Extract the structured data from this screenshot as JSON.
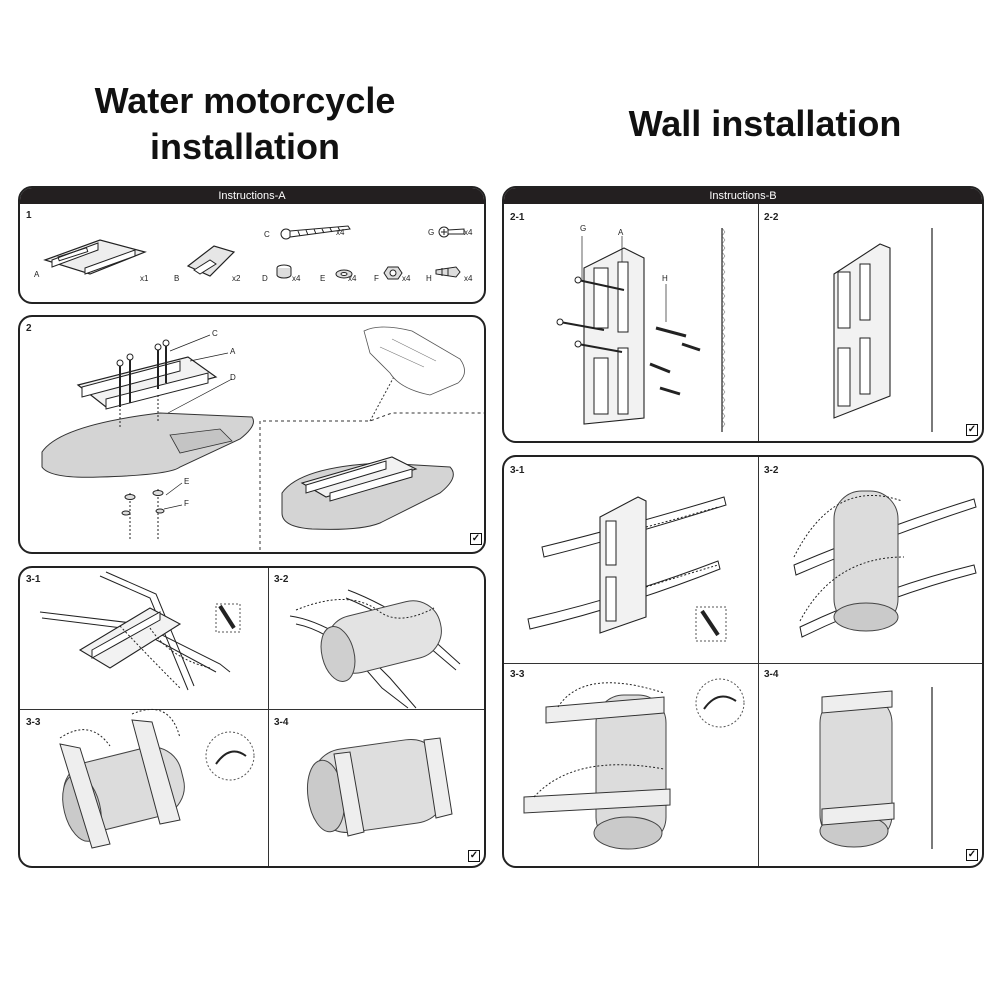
{
  "titles": {
    "left_line1": "Water motorcycle",
    "left_line2": "installation",
    "right": "Wall installation"
  },
  "panelA": {
    "header": "Instructions-A",
    "step1": {
      "label": "1",
      "parts": [
        {
          "letter": "A",
          "qty": "x1"
        },
        {
          "letter": "B",
          "qty": "x2"
        },
        {
          "letter": "C",
          "qty": "x4"
        },
        {
          "letter": "D",
          "qty": "x4"
        },
        {
          "letter": "E",
          "qty": "x4"
        },
        {
          "letter": "F",
          "qty": "x4"
        },
        {
          "letter": "G",
          "qty": "x4"
        },
        {
          "letter": "H",
          "qty": "x4"
        }
      ]
    },
    "step2": {
      "label": "2",
      "callouts": [
        "C",
        "A",
        "D",
        "E",
        "F"
      ]
    },
    "step3": {
      "labels": [
        "3-1",
        "3-2",
        "3-3",
        "3-4"
      ]
    }
  },
  "panelB": {
    "header": "Instructions-B",
    "step2": {
      "labels": [
        "2-1",
        "2-2"
      ],
      "callouts": [
        "G",
        "A",
        "H"
      ]
    },
    "step3": {
      "labels": [
        "3-1",
        "3-2",
        "3-3",
        "3-4"
      ]
    }
  },
  "check_glyph": "✓",
  "colors": {
    "header_bg": "#231f20",
    "line": "#222222",
    "fill": "#d9d9d9"
  }
}
